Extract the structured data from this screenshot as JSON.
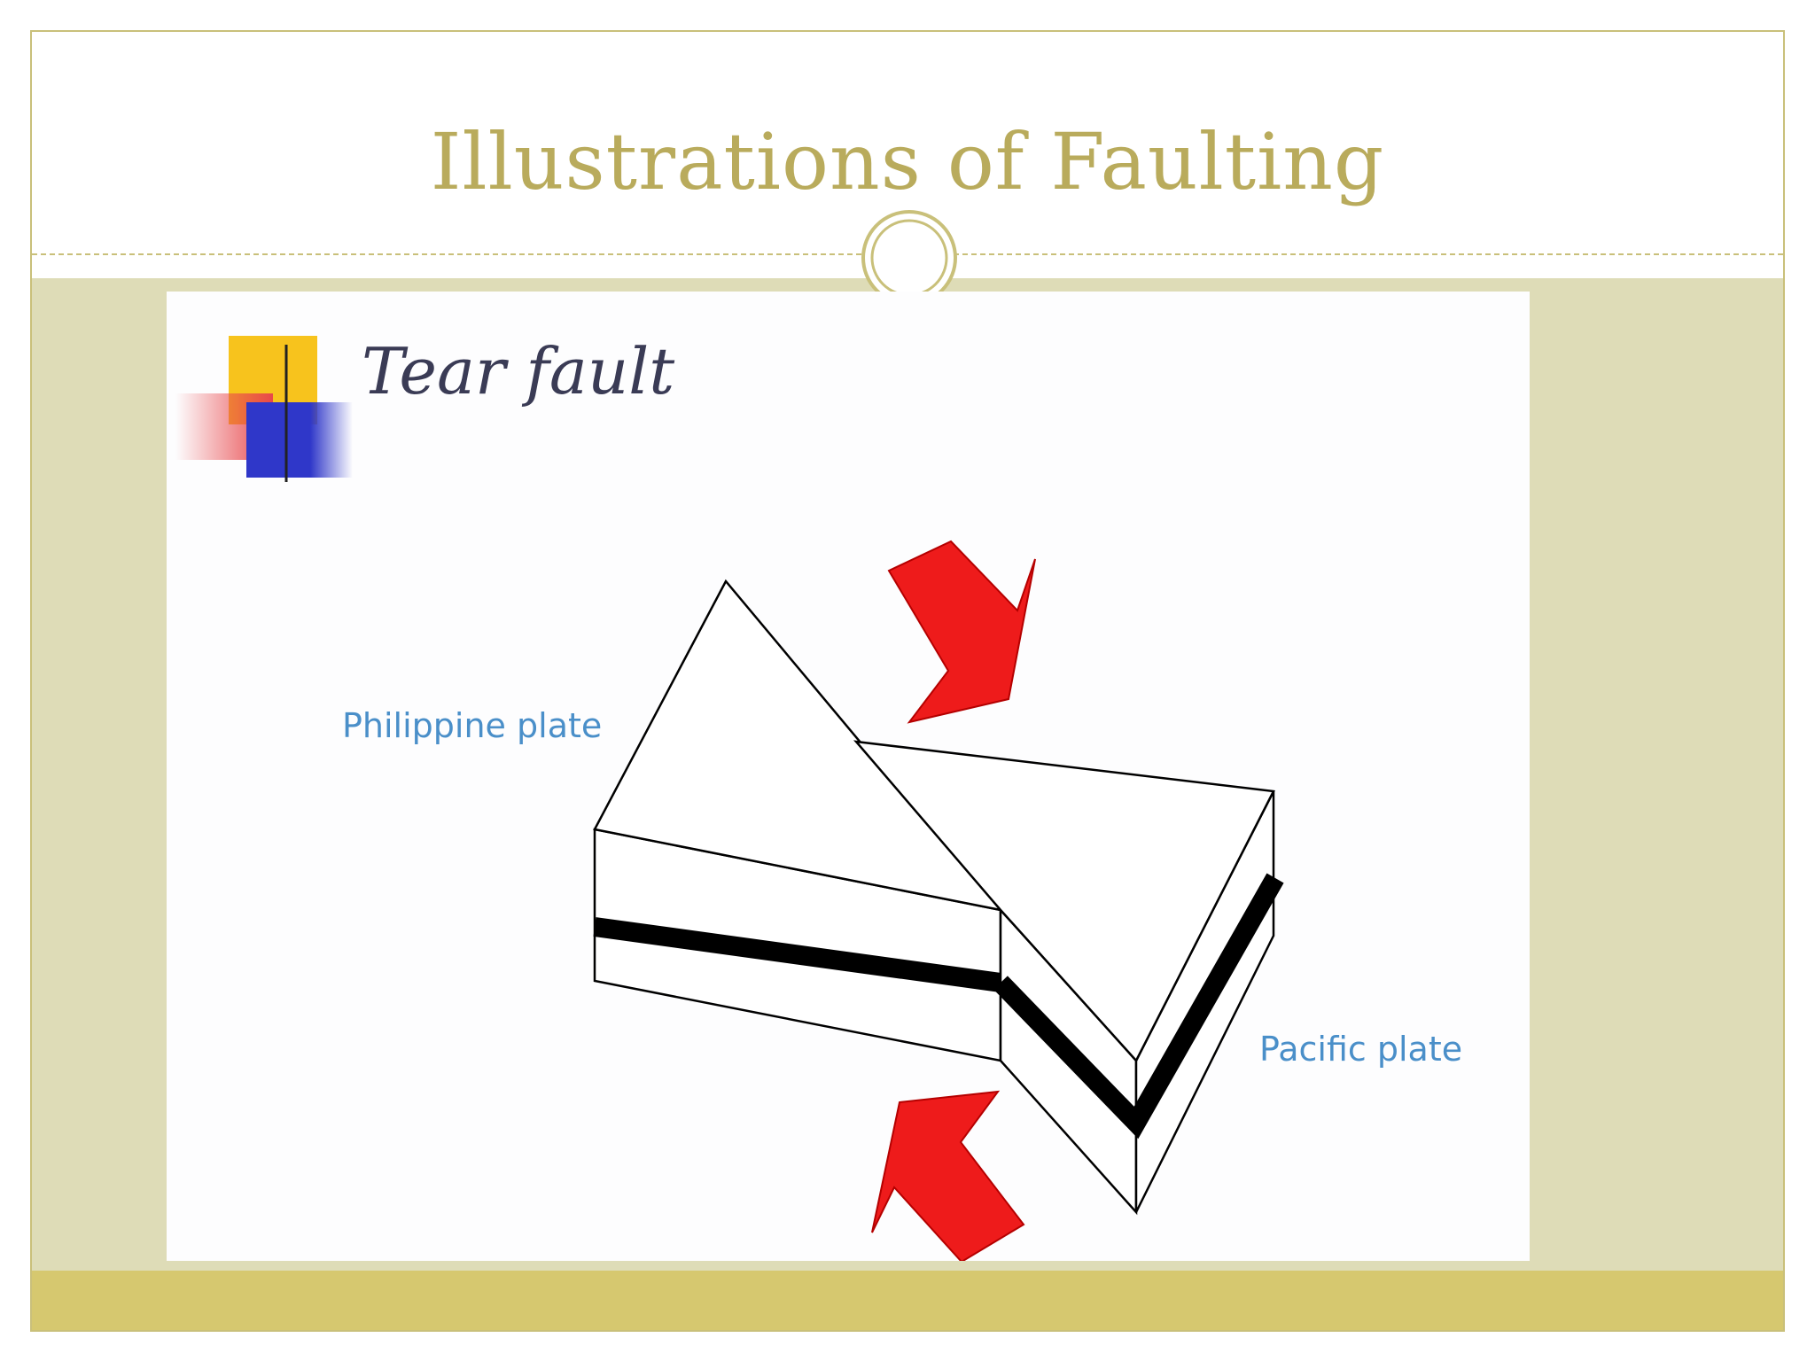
{
  "slide": {
    "title": "Illustrations of Faulting"
  },
  "figure": {
    "heading": "Tear fault",
    "labels": {
      "left_plate": "Philippine  plate",
      "right_plate": "Pacific plate"
    }
  },
  "colors": {
    "title_text": "#b9ab5c",
    "frame_border": "#c9c07a",
    "content_band": "#dedcb7",
    "footer_band": "#d6c86f",
    "arrow": "#ee1b1b",
    "label_text": "#4a8fc9",
    "heading_text": "#3a3b55",
    "decor_yellow": "#f7c31d",
    "decor_blue": "#2f37c9",
    "decor_red": "#e8474b"
  },
  "icons": {
    "ring": "double-ring-ornament",
    "arrow_top": "red-arrow-down-right",
    "arrow_bottom": "red-arrow-up-left",
    "heading_decor": "colored-squares-logo"
  }
}
